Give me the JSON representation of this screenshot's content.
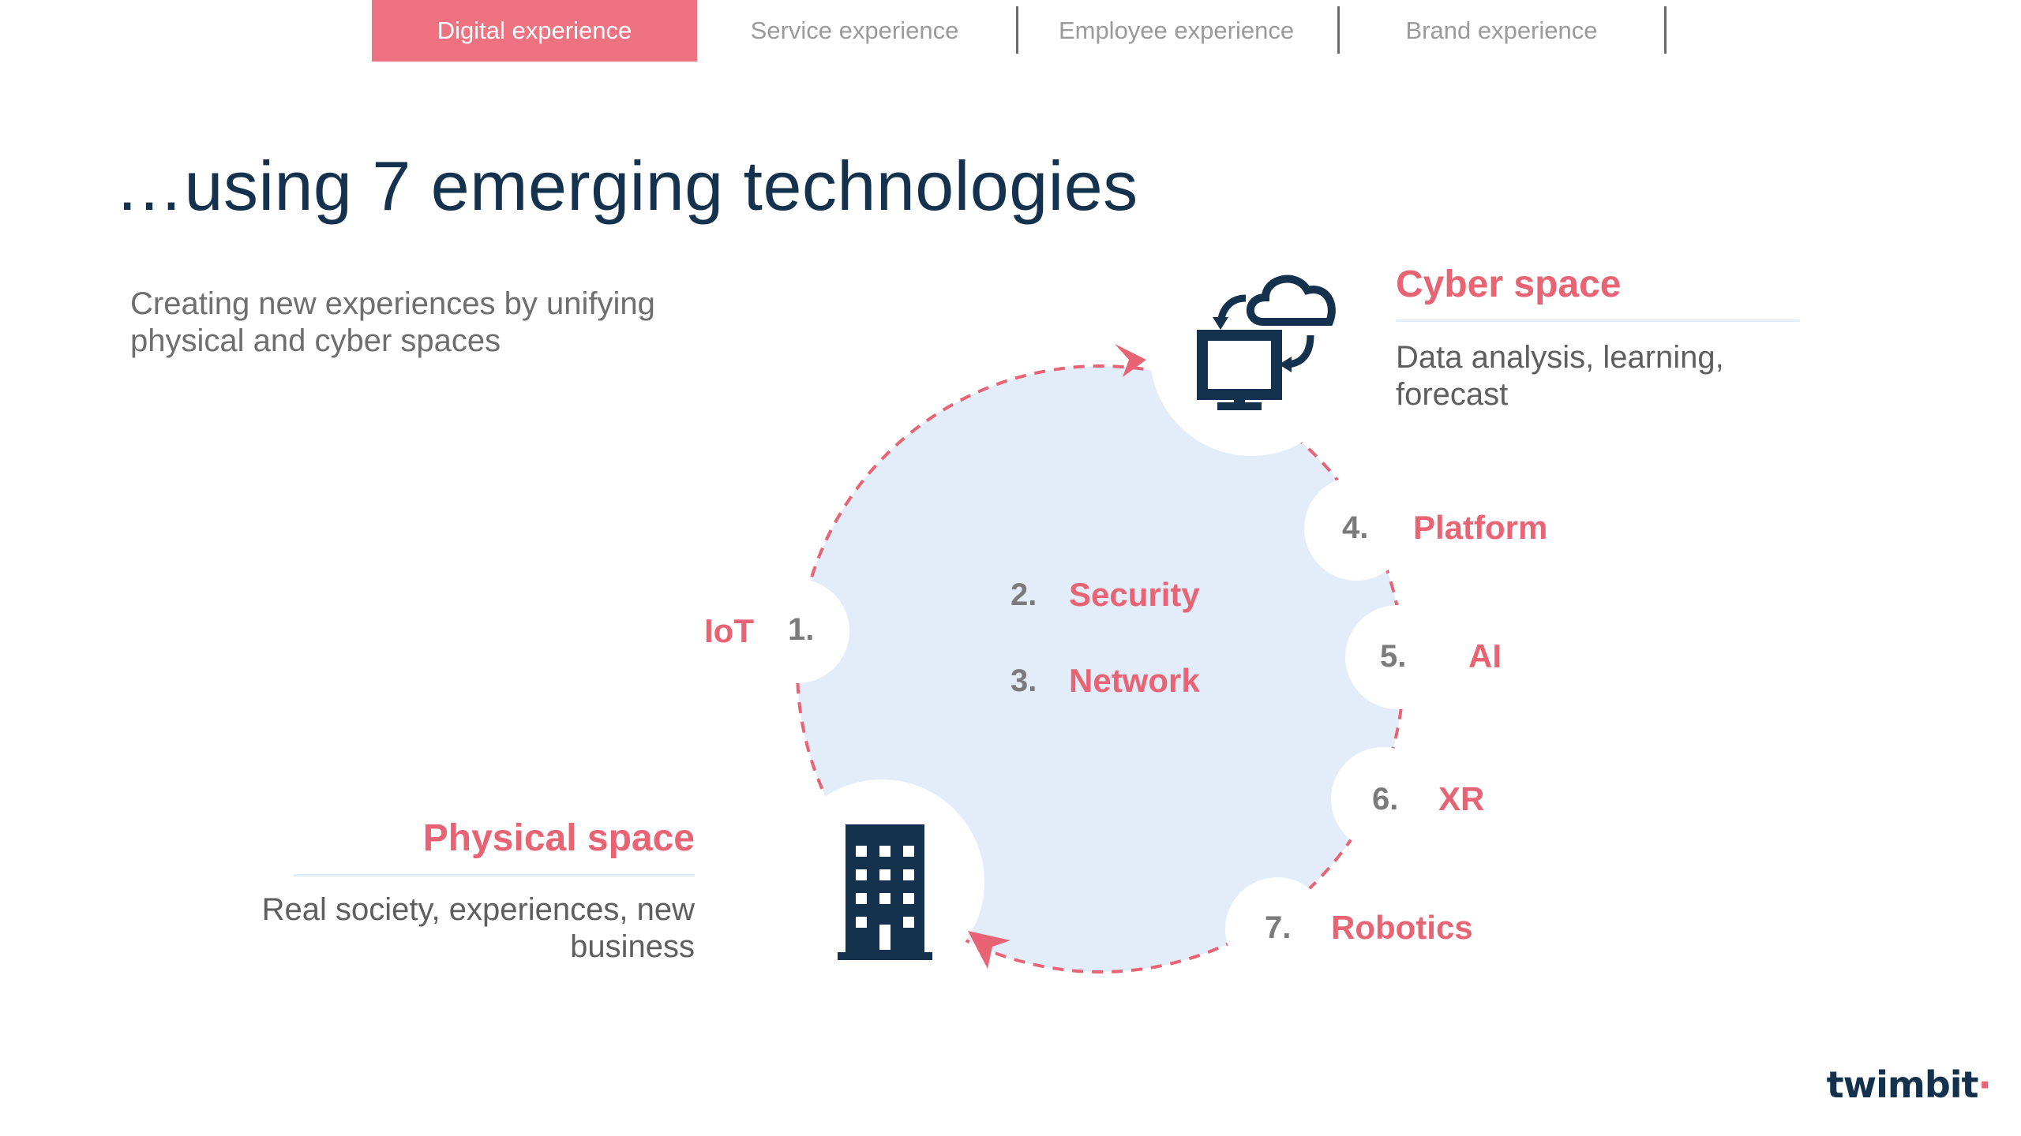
{
  "tabs": [
    {
      "label": "Digital experience",
      "active": true
    },
    {
      "label": "Service experience",
      "active": false
    },
    {
      "label": "Employee experience",
      "active": false
    },
    {
      "label": "Brand experience",
      "active": false
    }
  ],
  "title": "…using 7 emerging technologies",
  "subtitle": "Creating new experiences by unifying physical and cyber spaces",
  "cyber_space": {
    "title": "Cyber space",
    "description": "Data analysis, learning, forecast",
    "icon": "computer-cloud-sync-icon"
  },
  "physical_space": {
    "title": "Physical space",
    "description": "Real society, experiences, new business",
    "icon": "office-building-icon"
  },
  "technologies": [
    {
      "number": "1.",
      "name": "IoT"
    },
    {
      "number": "2.",
      "name": "Security"
    },
    {
      "number": "3.",
      "name": "Network"
    },
    {
      "number": "4.",
      "name": "Platform"
    },
    {
      "number": "5.",
      "name": "AI"
    },
    {
      "number": "6.",
      "name": "XR"
    },
    {
      "number": "7.",
      "name": "Robotics"
    }
  ],
  "colors": {
    "accent": "#e86373",
    "navy": "#14324e",
    "circle_fill": "#e2edf9",
    "grey_text": "#6e6e6e"
  },
  "logo": {
    "text": "twimbit"
  }
}
